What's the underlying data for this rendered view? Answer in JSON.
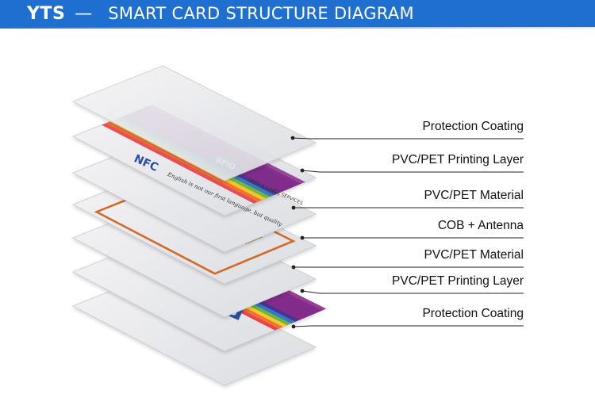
{
  "header": {
    "brand": "YTS",
    "separator": "—",
    "title": "SMART CARD STRUCTURE DIAGRAM",
    "color": "#1f6fd0"
  },
  "layers": [
    {
      "label": "Protection Coating"
    },
    {
      "label": "PVC/PET Printing Layer"
    },
    {
      "label": "PVC/PET Material"
    },
    {
      "label": "COB + Antenna"
    },
    {
      "label": "PVC/PET Material"
    },
    {
      "label": "PVC/PET Printing Layer"
    },
    {
      "label": "Protection Coating"
    }
  ],
  "card_text": {
    "nfc": "NFC",
    "rfid": "RFID",
    "card_services": "CARD & LABEL SERVICES",
    "script": "English is not our first language, but quality"
  },
  "colors": {
    "rainbow": [
      "#e8323c",
      "#f07a2a",
      "#f5d32a",
      "#55b447",
      "#2f6fd6",
      "#4a2d8a",
      "#8a2a8a"
    ],
    "antenna": "#d16a2a",
    "chip": "#b8a437"
  }
}
